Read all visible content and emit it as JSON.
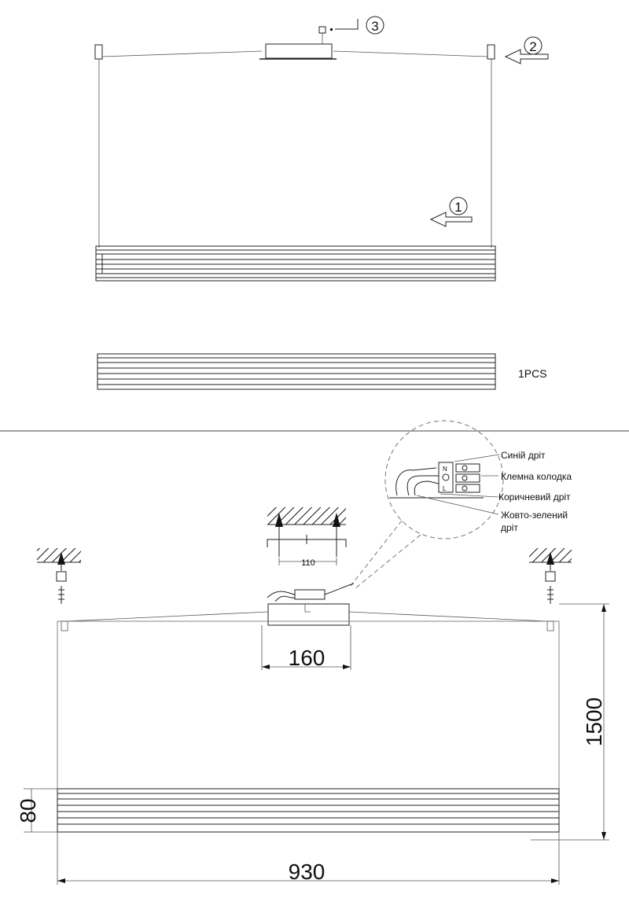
{
  "top_view": {
    "callouts": [
      "1",
      "2",
      "3"
    ],
    "quantity_label": "1PCS"
  },
  "install_view": {
    "wiring_labels": {
      "blue_wire": "Синій дріт",
      "terminal_block": "Клемна колодка",
      "brown_wire": "Коричневий дріт",
      "yellow_green_wire_line1": "Жовто-зелений",
      "yellow_green_wire_line2": "дріт"
    },
    "terminal_marks": [
      "N",
      "L"
    ],
    "dimensions": {
      "mount_spacing": "110",
      "driver_width": "160",
      "height": "1500",
      "panel_height": "80",
      "width": "930"
    }
  }
}
